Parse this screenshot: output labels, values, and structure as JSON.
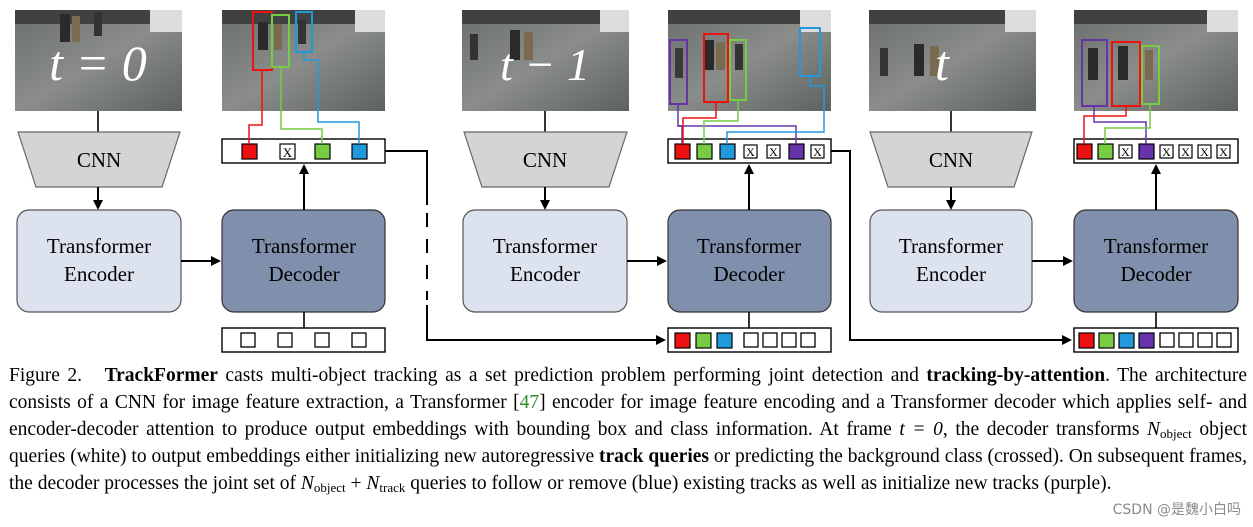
{
  "frames": [
    {
      "time_label": "t = 0"
    },
    {
      "time_label": "t − 1"
    },
    {
      "time_label": "t"
    }
  ],
  "blocks": {
    "cnn": "CNN",
    "encoder_line1": "Transformer",
    "encoder_line2": "Encoder",
    "decoder_line1": "Transformer",
    "decoder_line2": "Decoder"
  },
  "crossed_symbol": "X",
  "caption": {
    "figure_label": "Figure 2.",
    "bold_name": "TrackFormer",
    "s1": " casts multi-object tracking as a set prediction problem performing joint detection and ",
    "bold_tba": "tracking-by-attention",
    "s2": ". The architecture consists of a CNN for image feature extraction, a Transformer [",
    "citation": "47",
    "s3": "] encoder for image feature encoding and a Transformer decoder which applies self- and encoder-decoder attention to produce output embeddings with bounding box and class information. At frame ",
    "frame_expr": "t = 0",
    "s4": ", the decoder transforms ",
    "n_object_main": "N",
    "n_object_sub": "object",
    "s5": " object queries (white) to output embeddings either initializing new autoregressive ",
    "bold_tq": "track queries",
    "s6": " or predicting the background class (crossed). On subsequent frames, the decoder processes the joint set of ",
    "n_sum_main1": "N",
    "n_sum_sub1": "object",
    "plus": " + ",
    "n_sum_main2": "N",
    "n_sum_sub2": "track",
    "s7": " queries to follow or remove (blue) existing tracks as well as initialize new tracks (purple)."
  },
  "watermark": "CSDN @是魏小白吗",
  "colors": {
    "red": "#ee1111",
    "green": "#77cc44",
    "blue": "#2299dd",
    "purple": "#6633aa",
    "encoder_fill": "#dde3ee",
    "decoder_fill": "#8090ac",
    "cnn_fill": "#d4d4d4"
  }
}
